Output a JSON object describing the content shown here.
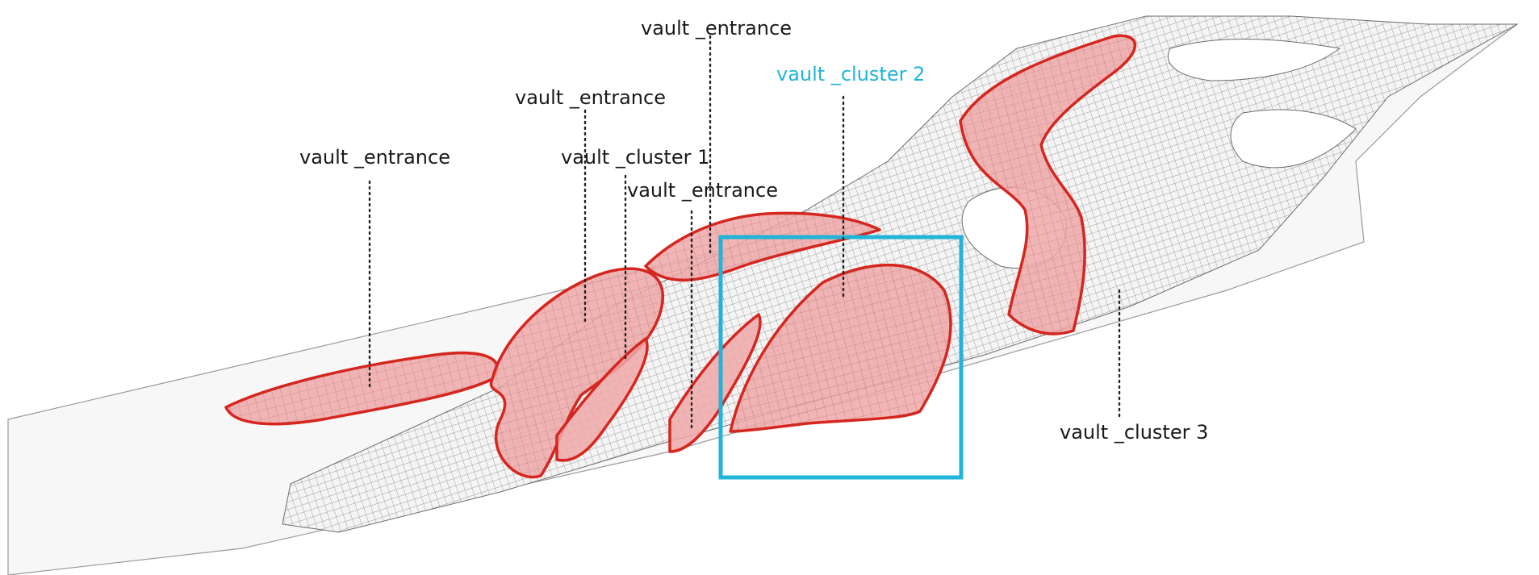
{
  "labels": {
    "entrance_1": "vault _entrance",
    "entrance_2": "vault _entrance",
    "entrance_3": "vault _entrance",
    "entrance_4": "vault _entrance",
    "cluster_1": "vault _cluster 1",
    "cluster_2": "vault _cluster 2",
    "cluster_3": "vault _cluster 3"
  },
  "colors": {
    "vault_fill": "#f0a8a8",
    "vault_edge": "#d6261f",
    "mesh_line": "#5a5a5a",
    "highlight_box": "#22b4d8",
    "highlight_text": "#22b4d8",
    "ground_plane": "#f7f7f7"
  },
  "highlighted_item": "vault _cluster 2"
}
